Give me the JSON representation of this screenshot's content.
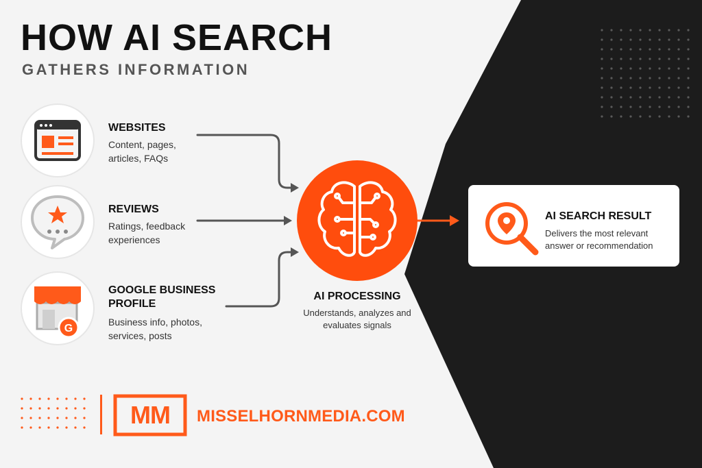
{
  "header": {
    "title": "HOW AI SEARCH",
    "subtitle": "GATHERS INFORMATION"
  },
  "sources": [
    {
      "title": "WEBSITES",
      "desc": "Content, pages, articles, FAQs",
      "icon": "browser-window-icon"
    },
    {
      "title": "REVIEWS",
      "desc": "Ratings, feedback experiences",
      "icon": "star-chat-bubble-icon"
    },
    {
      "title": "GOOGLE BUSINESS PROFILE",
      "desc": "Business info, photos, services, posts",
      "icon": "storefront-google-icon"
    }
  ],
  "processing": {
    "title": "AI PROCESSING",
    "desc": "Understands, analyzes and evaluates signals",
    "icon": "brain-circuit-icon"
  },
  "result": {
    "title": "AI SEARCH RESULT",
    "desc": "Delivers the most relevant answer or recommendation",
    "icon": "location-magnifier-icon"
  },
  "brand": {
    "logo": "MM",
    "name": "MISSELHORNMEDIA.COM"
  },
  "colors": {
    "accent": "#ff5a1a",
    "dark": "#1c1c1c",
    "light": "#f4f4f4"
  }
}
